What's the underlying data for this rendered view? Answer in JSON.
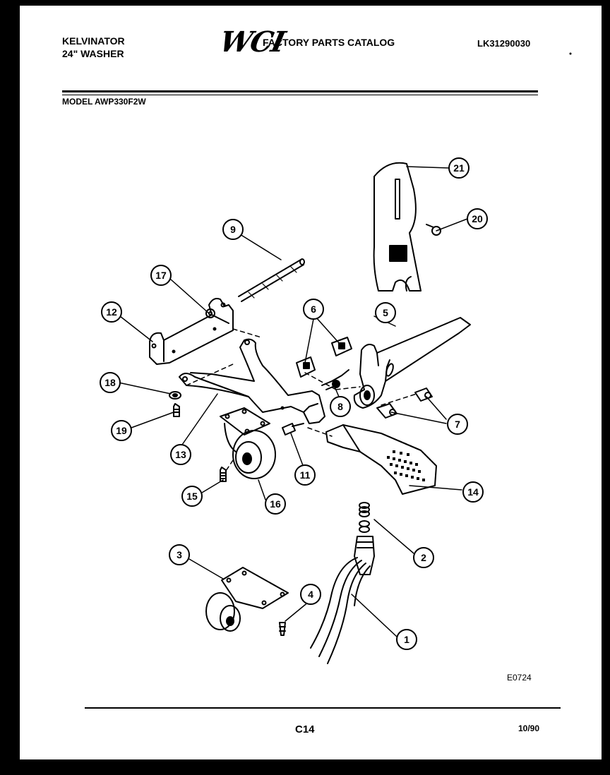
{
  "header": {
    "brand": "KELVINATOR",
    "product": "24\" WASHER",
    "logo": "WCI",
    "catalog_title": "FACTORY PARTS CATALOG",
    "catalog_number": "LK31290030"
  },
  "model": "MODEL AWP330F2W",
  "callouts": [
    "1",
    "2",
    "3",
    "4",
    "5",
    "6",
    "7",
    "8",
    "9",
    "11",
    "12",
    "13",
    "14",
    "15",
    "16",
    "17",
    "18",
    "19",
    "20",
    "21"
  ],
  "footer": {
    "figure_code": "E0724",
    "page_code": "C14",
    "date_code": "10/90"
  }
}
